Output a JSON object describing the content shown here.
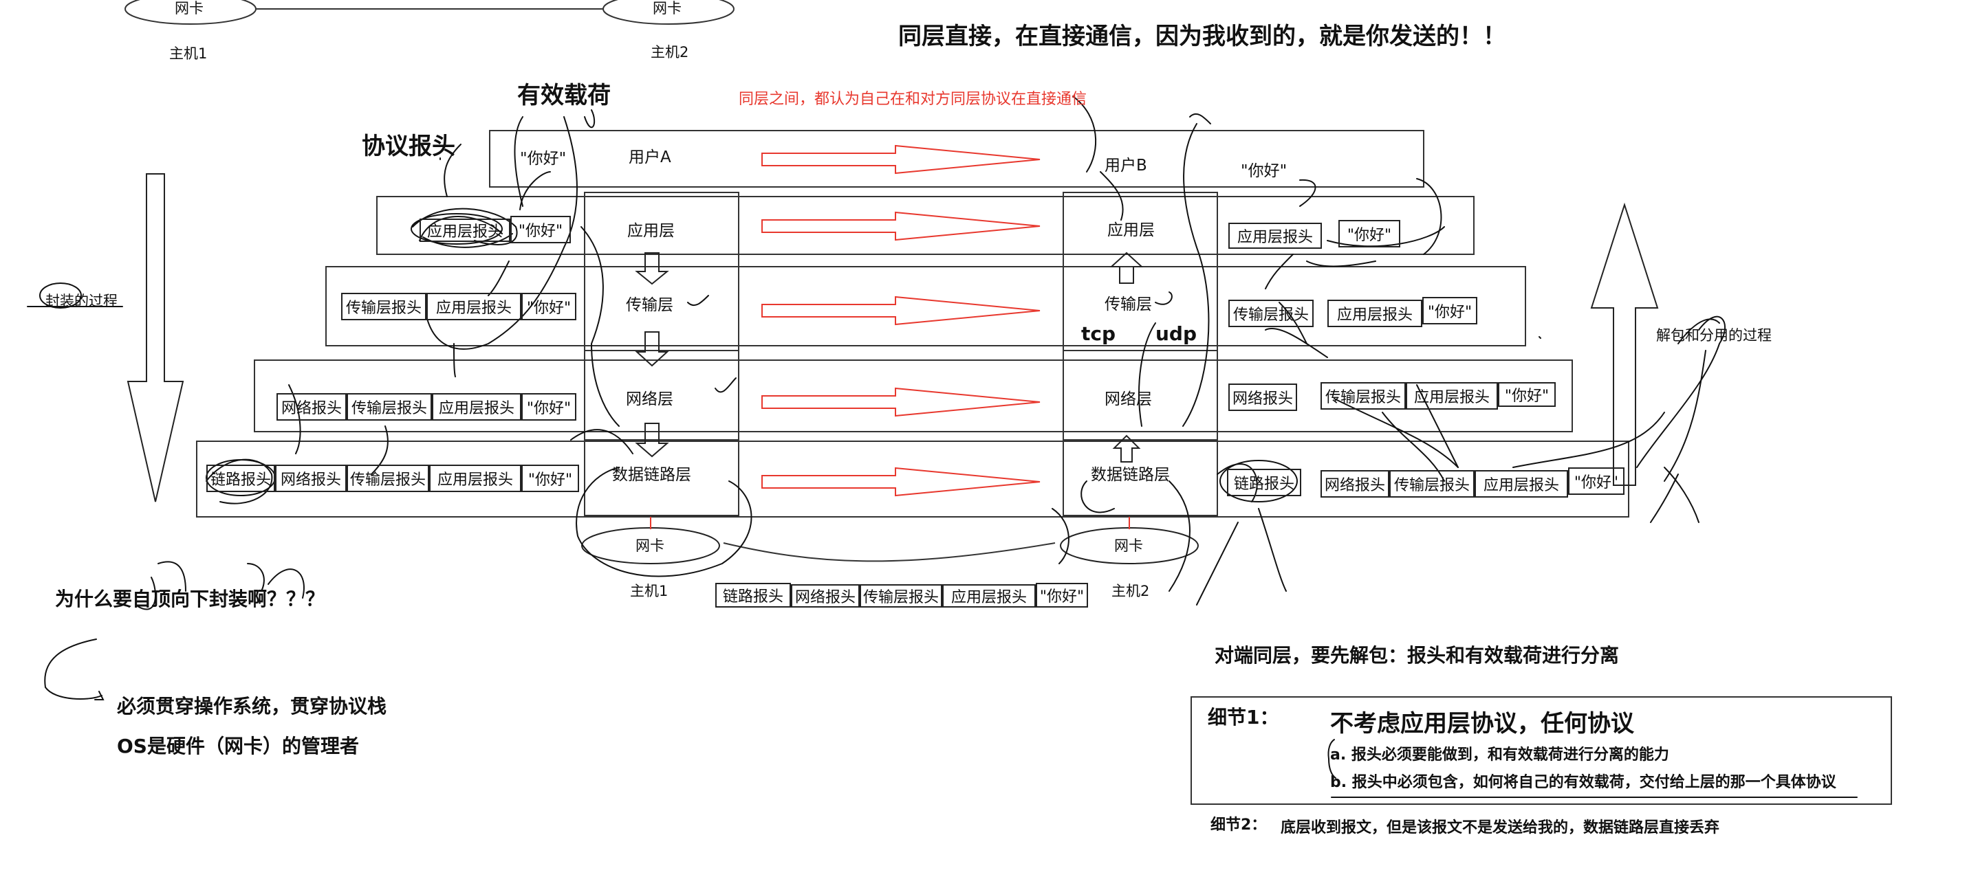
{
  "top": {
    "nic_left": "网卡",
    "nic_right": "网卡",
    "host1": "主机1",
    "host2": "主机2"
  },
  "headline": "同层直接，在直接通信，因为我收到的，就是你发送的！！",
  "peer_note": "同层之间，都认为自己在和对方同层协议在直接通信",
  "payload_label": "有效载荷",
  "header_label": "协议报头",
  "users": {
    "a": "用户A",
    "b": "用户B"
  },
  "layers": {
    "app": "应用层",
    "transport": "传输层",
    "network": "网络层",
    "datalink": "数据链路层"
  },
  "right_layers": {
    "app": "应用层",
    "transport": "传输层",
    "network": "网络层",
    "datalink": "数据链路层"
  },
  "protocols": {
    "tcp": "tcp",
    "udp": "udp"
  },
  "headers": {
    "link": "链路报头",
    "net": "网络报头",
    "trans": "传输层报头",
    "app": "应用层报头"
  },
  "payload": "\"你好\"",
  "encap": "封装的过程",
  "decap": "解包和分用的过程",
  "bottom": {
    "nic1": "网卡",
    "nic2": "网卡",
    "host1": "主机1",
    "host2": "主机2"
  },
  "question": "为什么要自顶向下封装啊？？？",
  "answer1": "必须贯穿操作系统，贯穿协议栈",
  "answer2": "OS是硬件（网卡）的管理者",
  "peer_unpack": "对端同层，要先解包：报头和有效载荷进行分离",
  "detail1": {
    "title": "细节1：",
    "heading": "不考虑应用层协议，任何协议",
    "a": "a. 报头必须要能做到，和有效载荷进行分离的能力",
    "b": "b. 报头中必须包含，如何将自己的有效载荷，交付给上层的那一个具体协议"
  },
  "detail2": {
    "title": "细节2：",
    "text": "底层收到报文，但是该报文不是发送给我的，数据链路层直接丢弃"
  },
  "colors": {
    "red_arrow": "#e8382e",
    "ink": "#111111"
  }
}
